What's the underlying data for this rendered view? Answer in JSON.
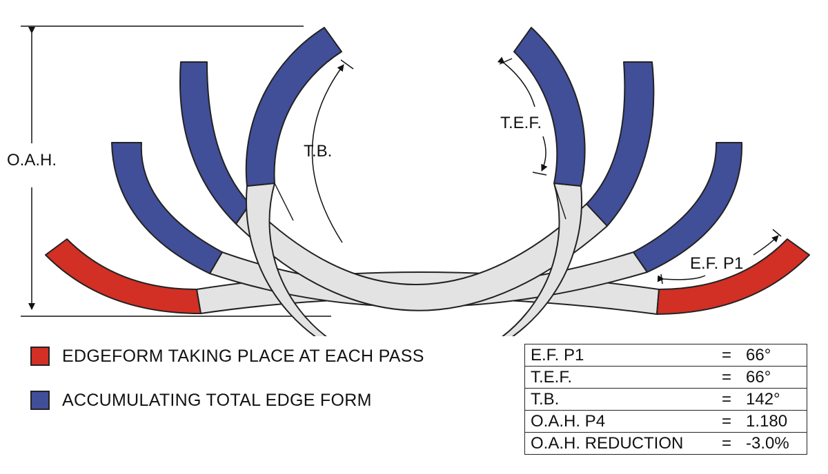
{
  "diagram": {
    "labels": {
      "oah": "O.A.H.",
      "tb": "T.B.",
      "tef": "T.E.F.",
      "efp1": "E.F. P1"
    },
    "colors": {
      "edgeform": "#d22f25",
      "accumulated": "#414e98",
      "strip": "#e3e3e3",
      "outline": "#222222"
    }
  },
  "legend": [
    {
      "color": "#d22f25",
      "text": "EDGEFORM TAKING PLACE AT EACH PASS"
    },
    {
      "color": "#414e98",
      "text": "ACCUMULATING TOTAL EDGE FORM"
    }
  ],
  "spec_table": [
    {
      "label": "E.F. P1",
      "eq": "=",
      "value": "66°"
    },
    {
      "label": "T.E.F.",
      "eq": "=",
      "value": "66°"
    },
    {
      "label": "T.B.",
      "eq": "=",
      "value": "142°"
    },
    {
      "label": "O.A.H. P4",
      "eq": "=",
      "value": "1.180"
    },
    {
      "label": "O.A.H. REDUCTION",
      "eq": "=",
      "value": "-3.0%"
    }
  ]
}
